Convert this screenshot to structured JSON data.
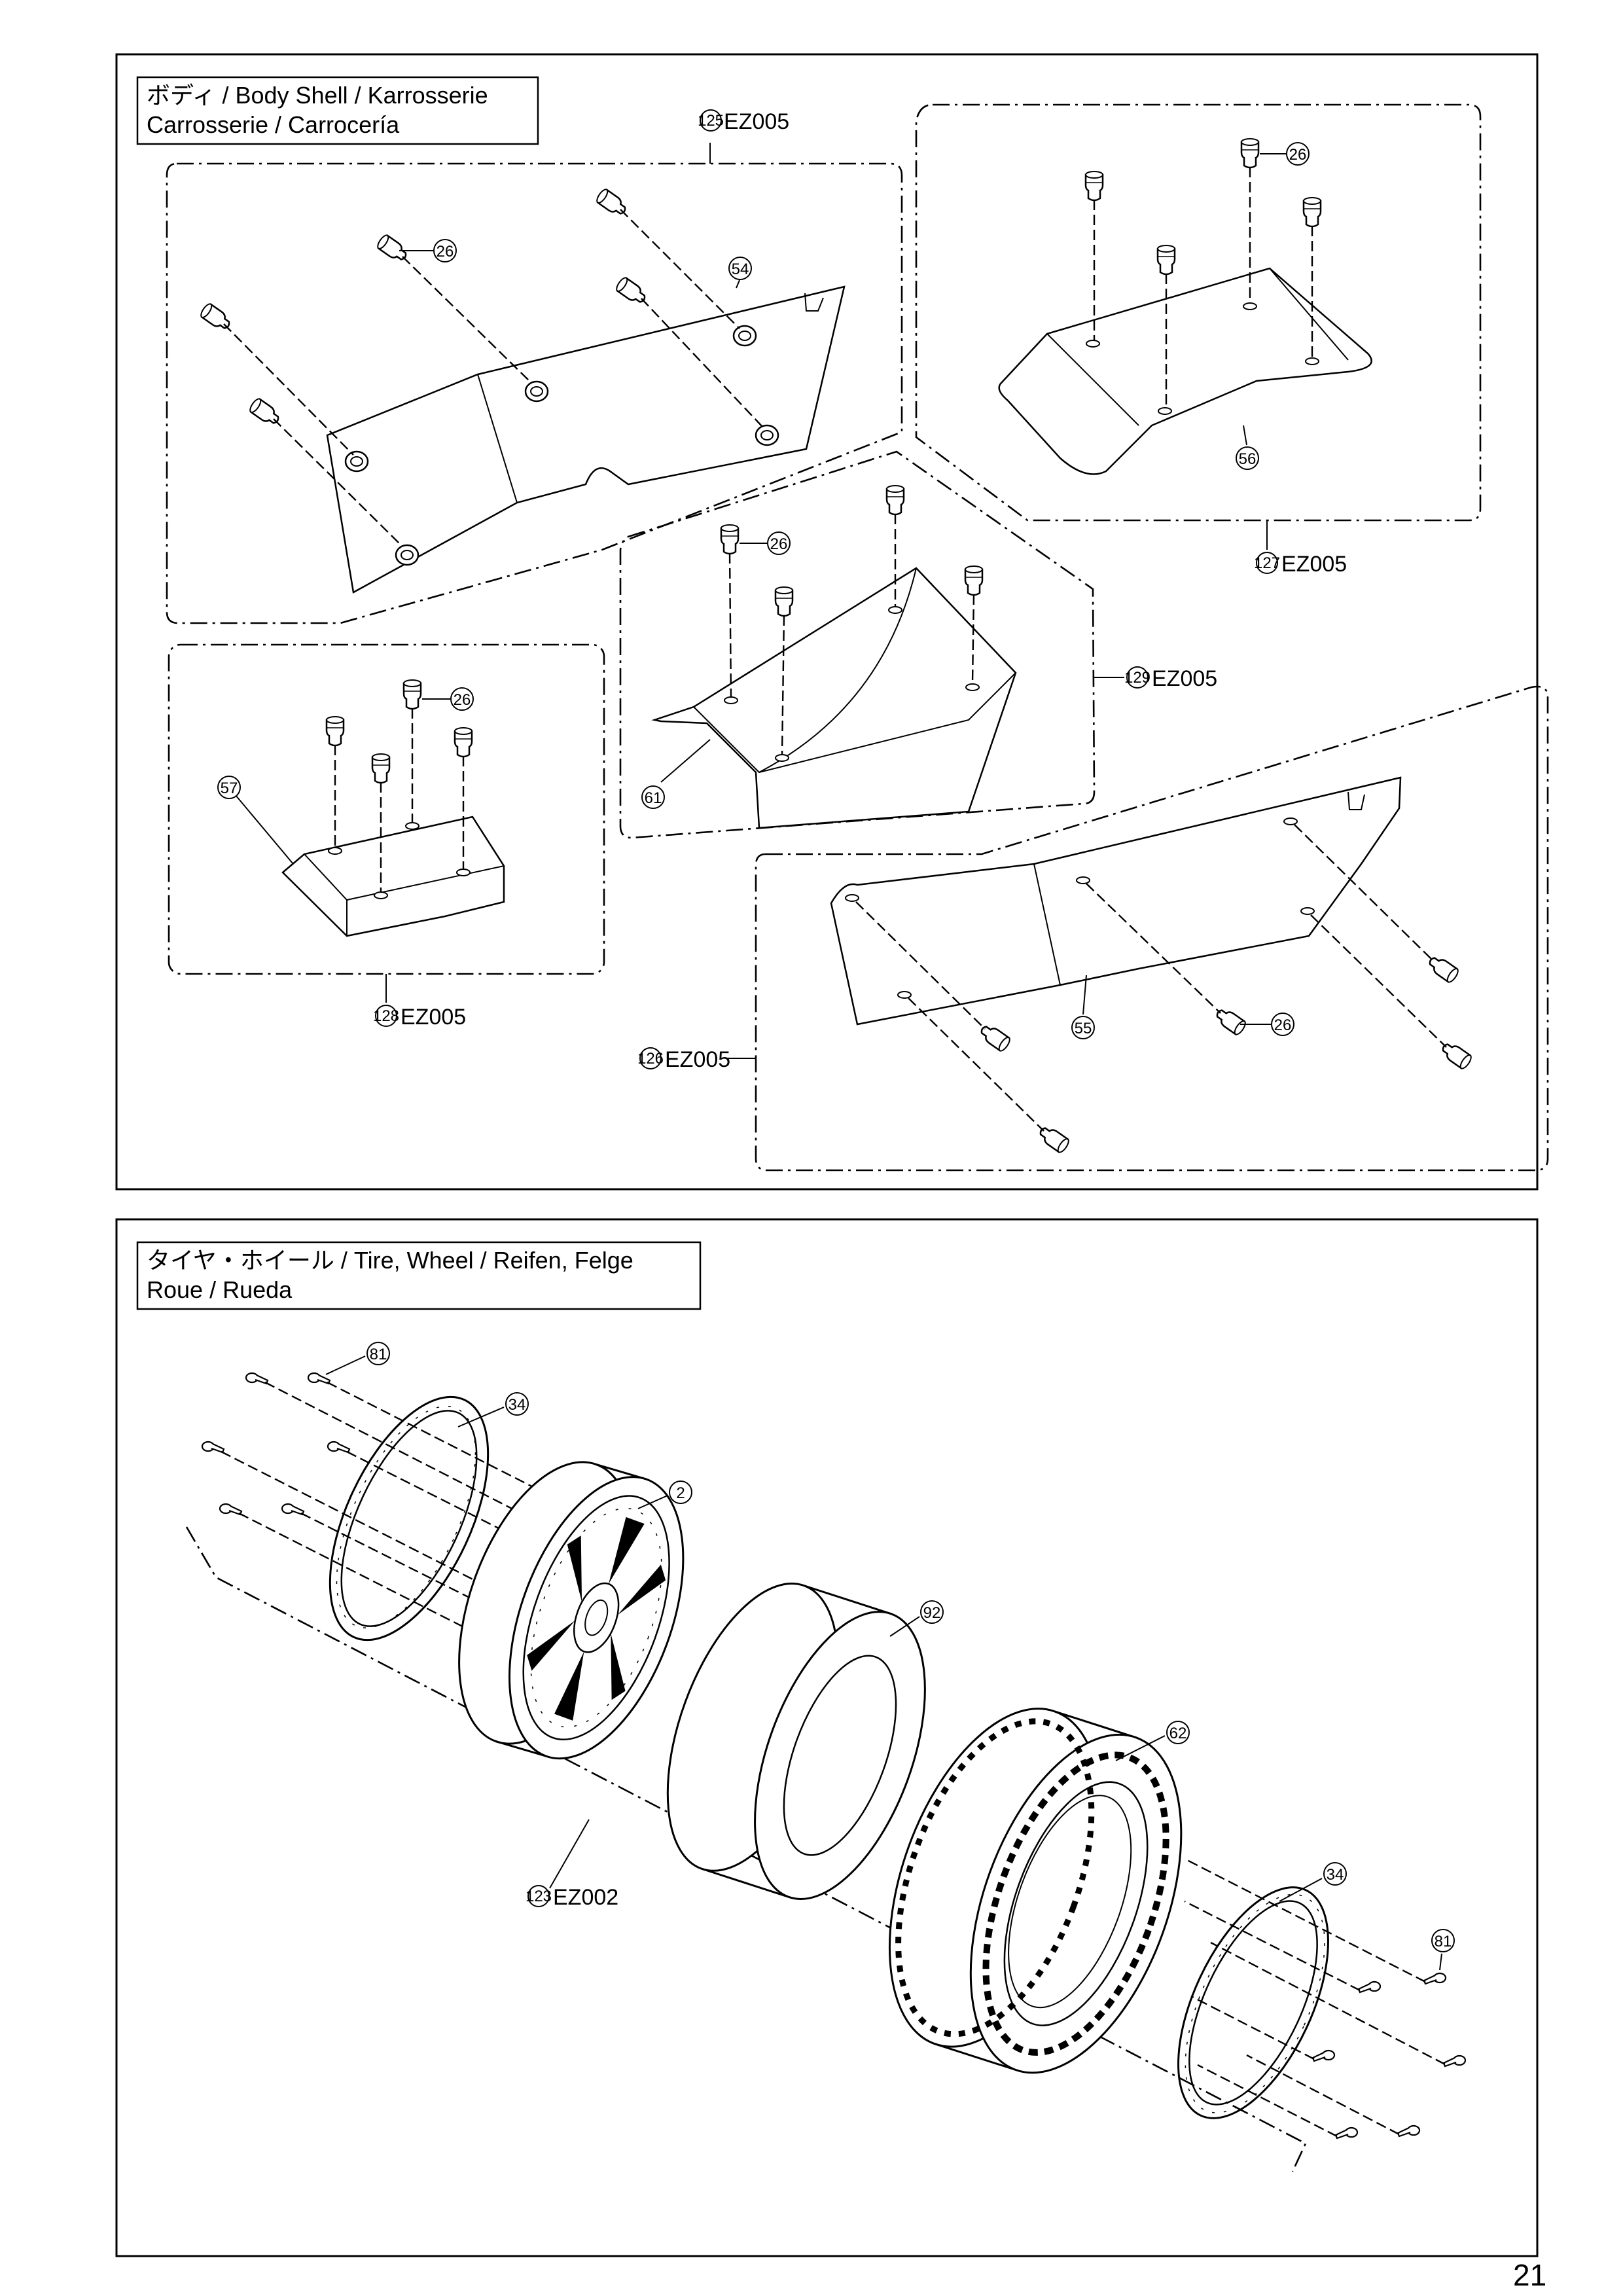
{
  "page_number": "21",
  "sections": {
    "body": {
      "title_line1": "ボディ / Body Shell / Karrosserie",
      "title_line2": "Carrosserie / Carrocería"
    },
    "wheel": {
      "title_line1": "タイヤ・ホイール / Tire, Wheel / Reifen, Felge",
      "title_line2": "Roue / Rueda"
    }
  },
  "callouts": {
    "c26": "26",
    "c54": "54",
    "c55": "55",
    "c56": "56",
    "c57": "57",
    "c61": "61",
    "c2": "2",
    "c34": "34",
    "c62": "62",
    "c81": "81",
    "c92": "92",
    "k125": "125",
    "k126": "126",
    "k127": "127",
    "k128": "128",
    "k129": "129",
    "k123": "123"
  },
  "kit_codes": {
    "ez005": "EZ005",
    "ez002": "EZ002"
  },
  "icons": [
    "body-clip-icon",
    "screw-icon",
    "rim-icon",
    "tire-icon",
    "insert-icon",
    "beadlock-ring-icon"
  ]
}
